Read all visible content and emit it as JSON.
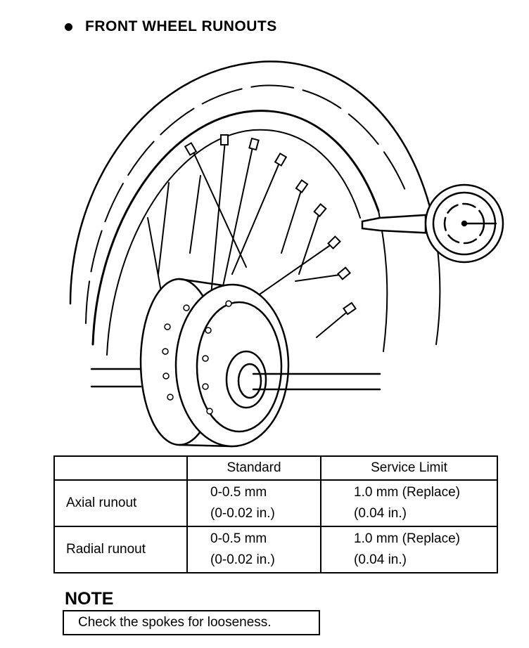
{
  "heading": {
    "title": "FRONT WHEEL RUNOUTS"
  },
  "spec_table": {
    "headers": [
      "",
      "Standard",
      "Service Limit"
    ],
    "rows": [
      {
        "label": "Axial runout",
        "standard_line1": "0-0.5 mm",
        "standard_line2": "(0-0.02 in.)",
        "limit_line1": "1.0 mm (Replace)",
        "limit_line2": "(0.04 in.)"
      },
      {
        "label": "Radial runout",
        "standard_line1": "0-0.5 mm",
        "standard_line2": "(0-0.02 in.)",
        "limit_line1": "1.0 mm (Replace)",
        "limit_line2": "(0.04 in.)"
      }
    ]
  },
  "note": {
    "title": "NOTE",
    "text": "Check the spokes for looseness."
  }
}
